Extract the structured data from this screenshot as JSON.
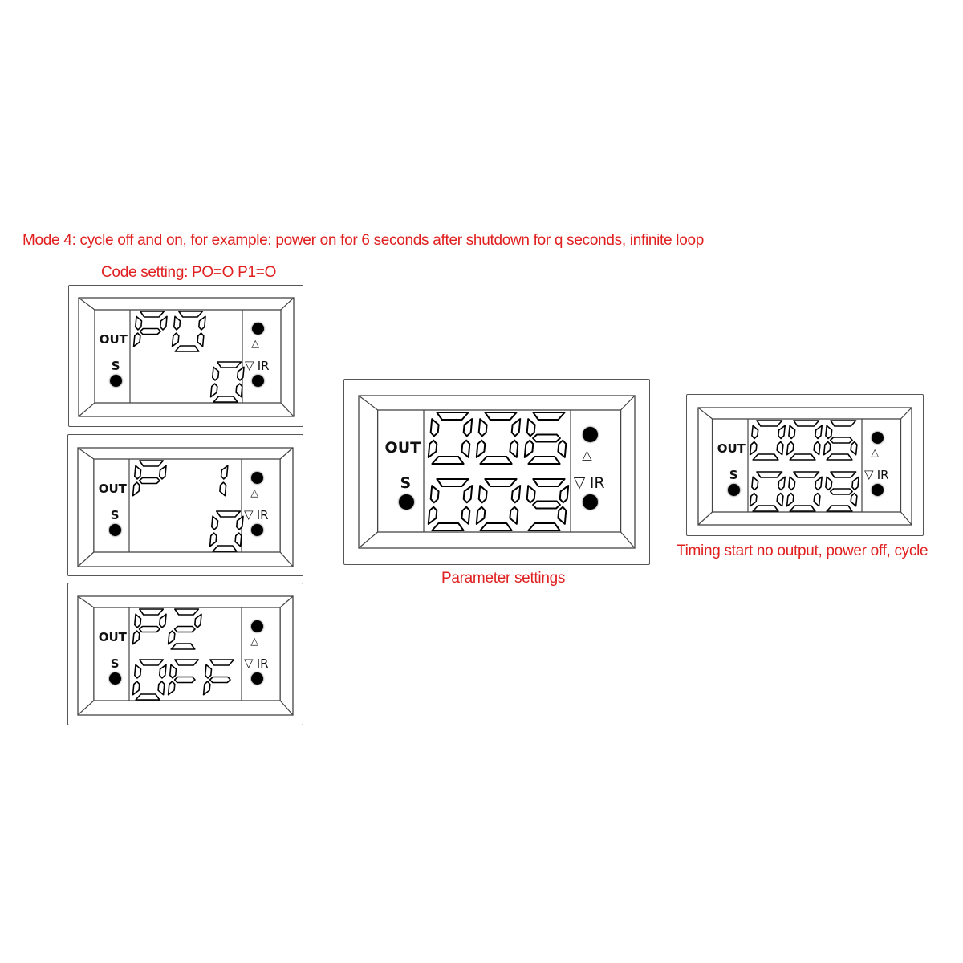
{
  "title": "Mode 4: cycle off and on, for example: power on for 6 seconds after shutdown for q seconds, infinite loop",
  "code_setting_label": "Code setting: PO=O P1=O",
  "parameter_settings_caption": "Parameter settings",
  "timing_caption": "Timing start no output, power off, cycle",
  "colors": {
    "caption": "#e02020",
    "outline": "#000000",
    "frame": "#555555"
  },
  "panel_labels": {
    "out": "OUT",
    "s": "S",
    "up": "△",
    "down": "▽",
    "ir": "IR"
  },
  "panels": [
    {
      "id": "p0",
      "top": [
        "P",
        "0",
        " "
      ],
      "top_positions": [
        0,
        1
      ],
      "bottom": [
        "0"
      ],
      "bottom_positions": [
        2
      ]
    },
    {
      "id": "p1",
      "top": [
        "P",
        "1"
      ],
      "top_positions": [
        0,
        1.6
      ],
      "bottom": [
        "0"
      ],
      "bottom_positions": [
        2
      ]
    },
    {
      "id": "p2",
      "top": [
        "P",
        "2"
      ],
      "top_positions": [
        0,
        1
      ],
      "bottom": [
        "0",
        "F",
        "F"
      ],
      "bottom_positions": [
        0,
        1,
        2
      ]
    },
    {
      "id": "param",
      "top": [
        "0",
        "0",
        "6"
      ],
      "top_positions": [
        0,
        1,
        2
      ],
      "bottom": [
        "0",
        "0",
        "9"
      ],
      "bottom_positions": [
        0,
        1,
        2
      ]
    },
    {
      "id": "timing",
      "top": [
        "0",
        "0",
        "6"
      ],
      "top_positions": [
        0,
        1,
        2
      ],
      "bottom": [
        "0",
        "0",
        "9"
      ],
      "bottom_positions": [
        0,
        1,
        2
      ]
    }
  ]
}
